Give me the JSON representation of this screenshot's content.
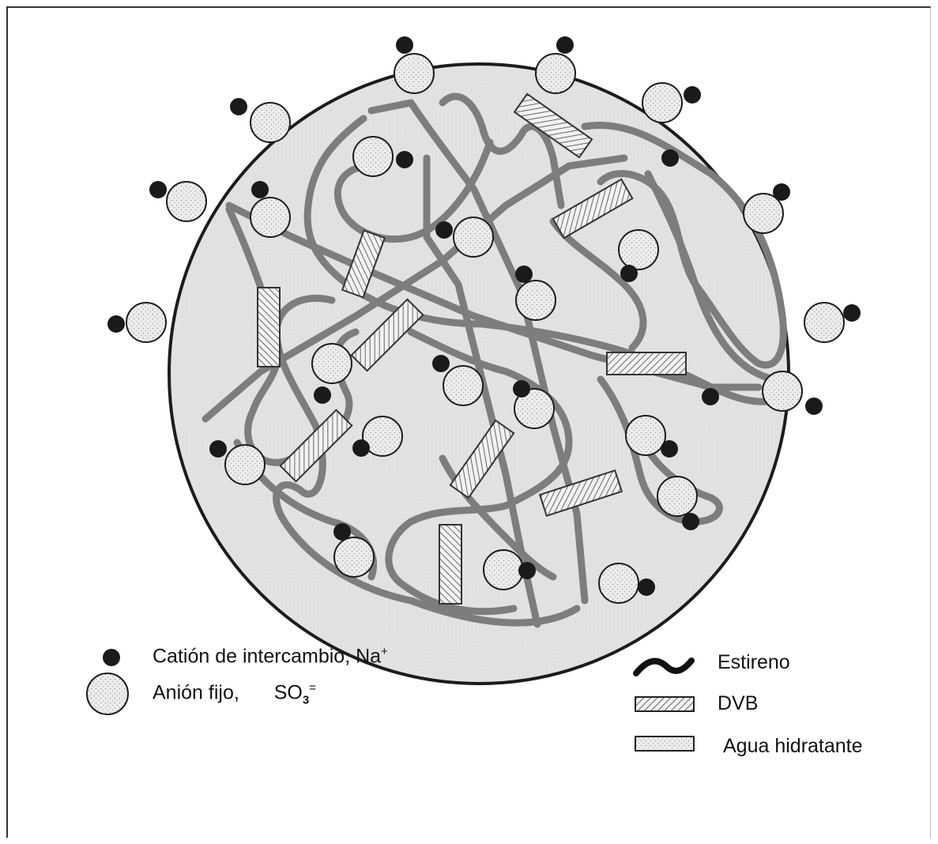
{
  "legend": {
    "cation_label": "Catión de intercambio, Na",
    "cation_sup": "+",
    "anion_label": "Anión fijo,",
    "anion_formula": "SO",
    "anion_sub": "3",
    "anion_sup": "=",
    "styrene_label": "Estireno",
    "dvb_label": "DVB",
    "water_label": "Agua hidratante"
  },
  "colors": {
    "bead_fill": "#e3e3e3",
    "chain": "#7d7d7d",
    "cation": "#1a1a1a",
    "anion_fill": "#ececec",
    "outline": "#1c1c1c"
  }
}
